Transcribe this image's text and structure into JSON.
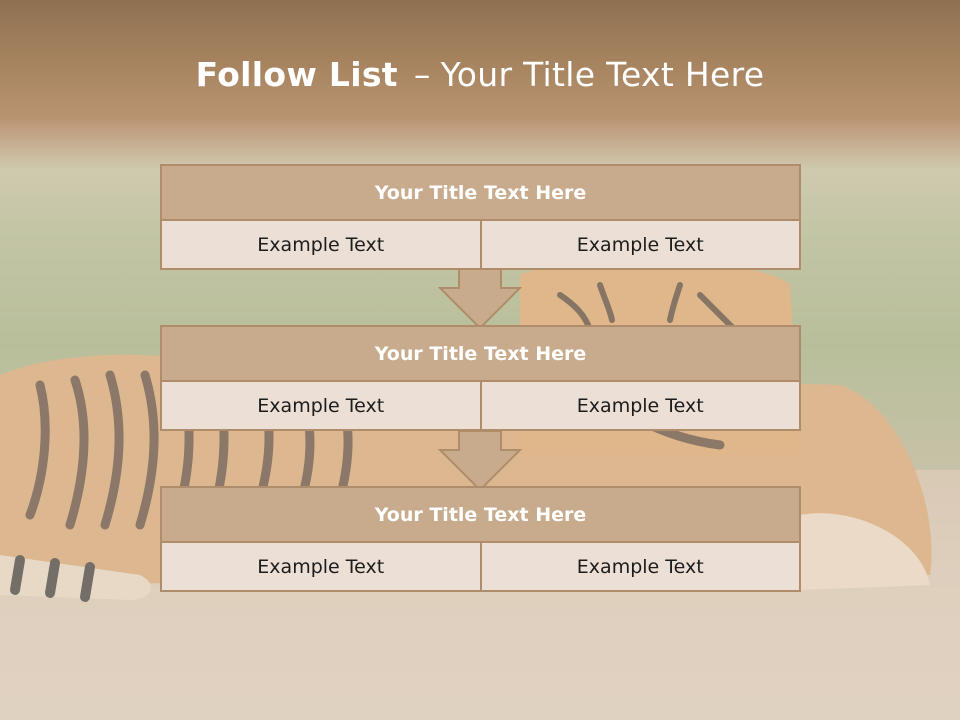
{
  "slide": {
    "title_bold": "Follow List",
    "title_sep": "–",
    "title_rest": "Your Title Text Here"
  },
  "blocks": [
    {
      "title": "Your Title Text Here",
      "left": "Example Text",
      "right": "Example Text"
    },
    {
      "title": "Your Title Text Here",
      "left": "Example Text",
      "right": "Example Text"
    },
    {
      "title": "Your Title Text Here",
      "left": "Example Text",
      "right": "Example Text"
    }
  ],
  "colors": {
    "header_fill": "#c8ab8c",
    "border": "#b08d6a",
    "cell_fill": "#ecdfd6",
    "top_band": "#a88560"
  },
  "icons": [
    "down-arrow-icon"
  ]
}
